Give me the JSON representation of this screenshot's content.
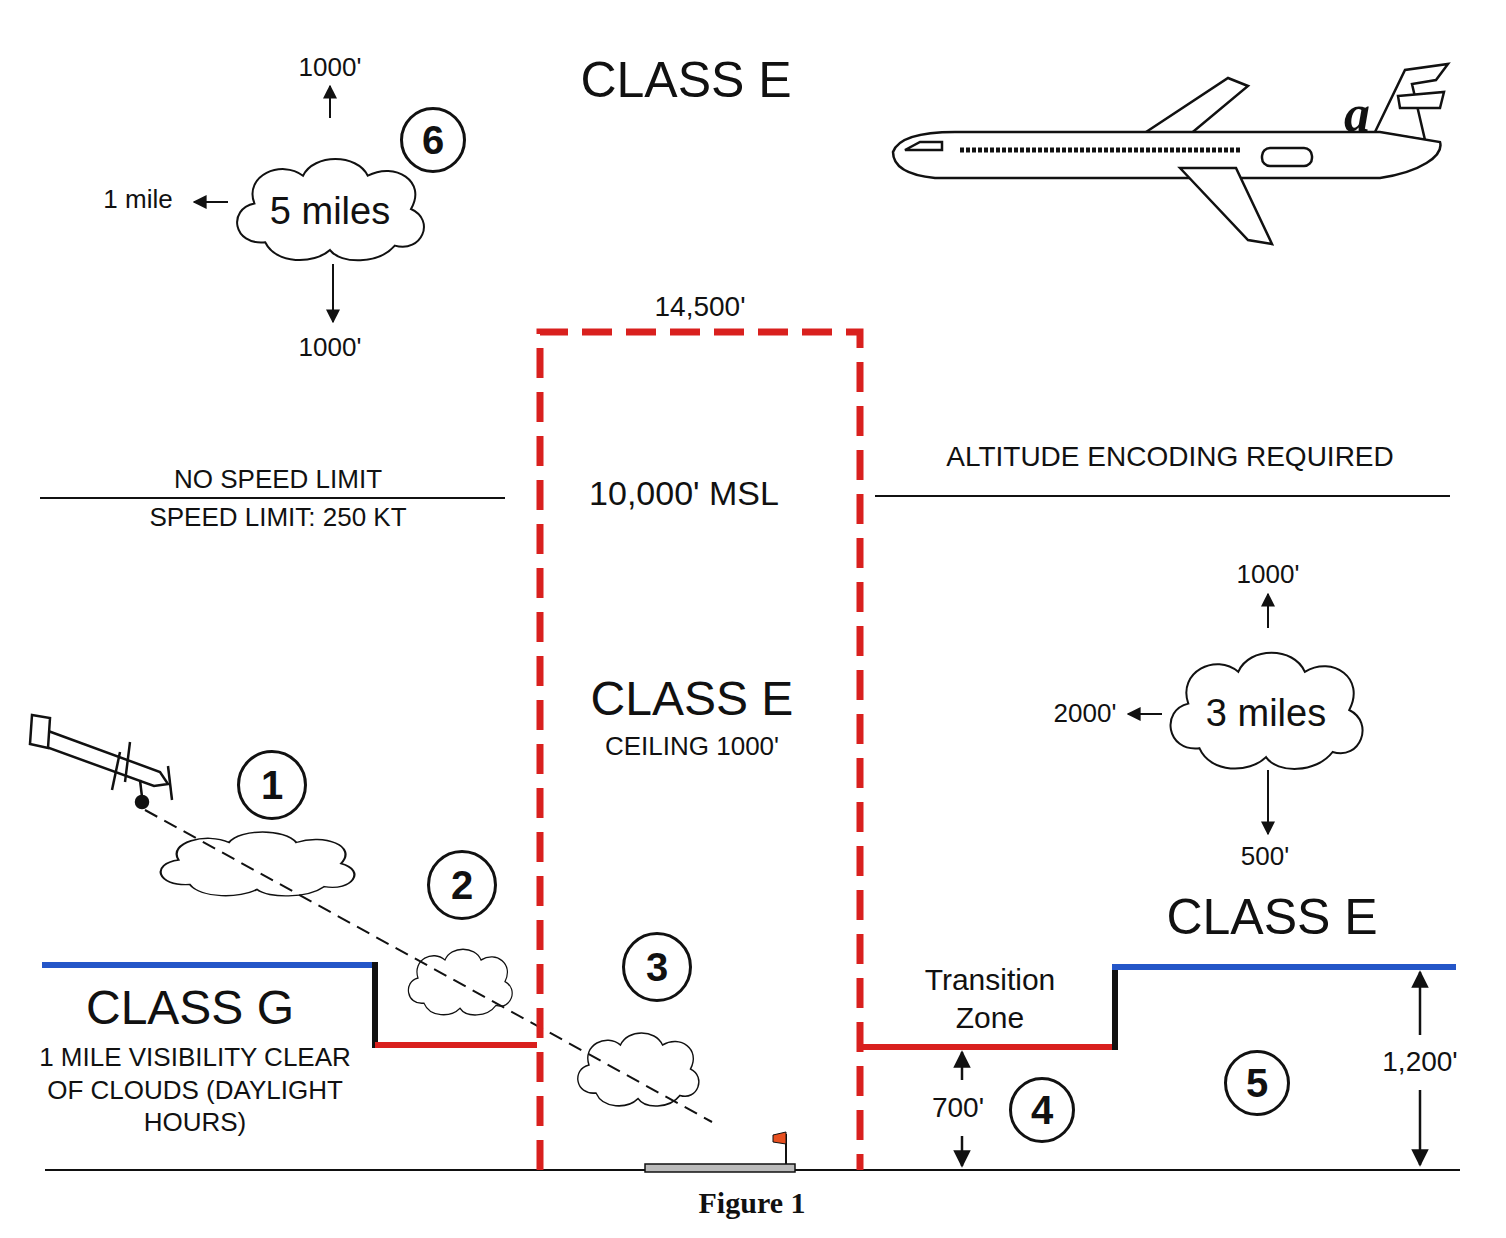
{
  "diagram": {
    "caption": "Figure 1",
    "nodes": [
      {
        "text": [
          "5 miles"
        ]
      },
      {
        "text": [
          "14,500'",
          "10,000' MSL",
          "CLASS E",
          "CEILING 1000'"
        ]
      },
      {
        "text": [
          "3 miles"
        ]
      }
    ],
    "labels": [
      "CLASS E",
      "1000'",
      "1 mile",
      "1000'",
      "6",
      "a",
      "NO SPEED LIMIT",
      "SPEED LIMIT: 250 KT",
      "ALTITUDE ENCODING REQUIRED",
      "1000'",
      "2000'",
      "500'",
      "1",
      "2",
      "3",
      "CLASS E",
      "CLASS G",
      "1 MILE VISIBILITY CLEAR OF CLOUDS (DAYLIGHT HOURS)",
      "Transition Zone",
      "700'",
      "4",
      "5",
      "1,200'"
    ]
  }
}
